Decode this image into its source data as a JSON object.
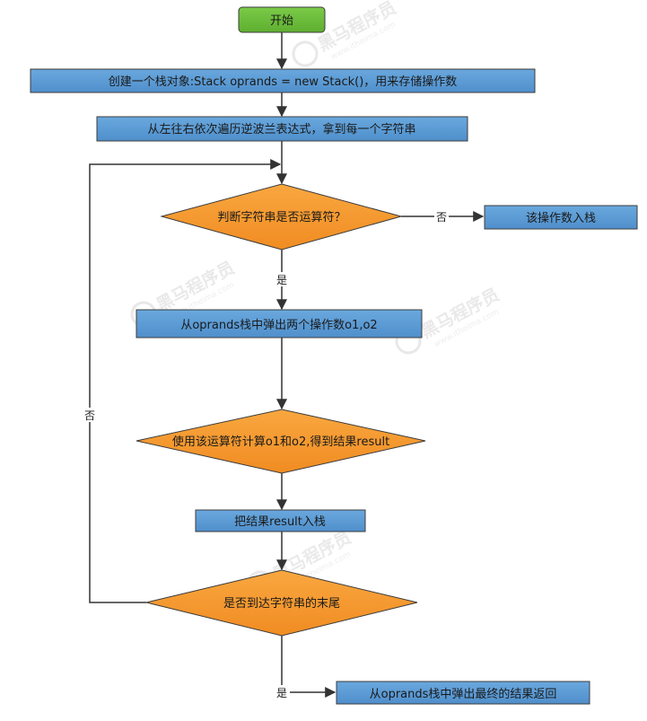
{
  "colors": {
    "start_fill": "#6cbf3c",
    "process_fill": "#5b9bd5",
    "decision_fill": "#f79a2f",
    "border": "#3c3c3c",
    "edge": "#333333"
  },
  "nodes": {
    "start": "开始",
    "create_stack": "创建一个栈对象:Stack oprands = new Stack()，用来存储操作数",
    "traverse": "从左往右依次遍历逆波兰表达式，拿到每一个字符串",
    "is_operator": "判断字符串是否运算符？",
    "push_operand": "该操作数入栈",
    "pop_two": "从oprands栈中弹出两个操作数o1,o2",
    "compute": "使用该运算符计算o1和o2,得到结果result",
    "push_result": "把结果result入栈",
    "is_end": "是否到达字符串的末尾",
    "pop_final": "从oprands栈中弹出最终的结果返回"
  },
  "edges": {
    "no_operand": "否",
    "yes_operator": "是",
    "no_loop": "否",
    "yes_end": "是"
  },
  "watermark": {
    "text": "黑马程序员",
    "sub": "www.itheima.com"
  }
}
